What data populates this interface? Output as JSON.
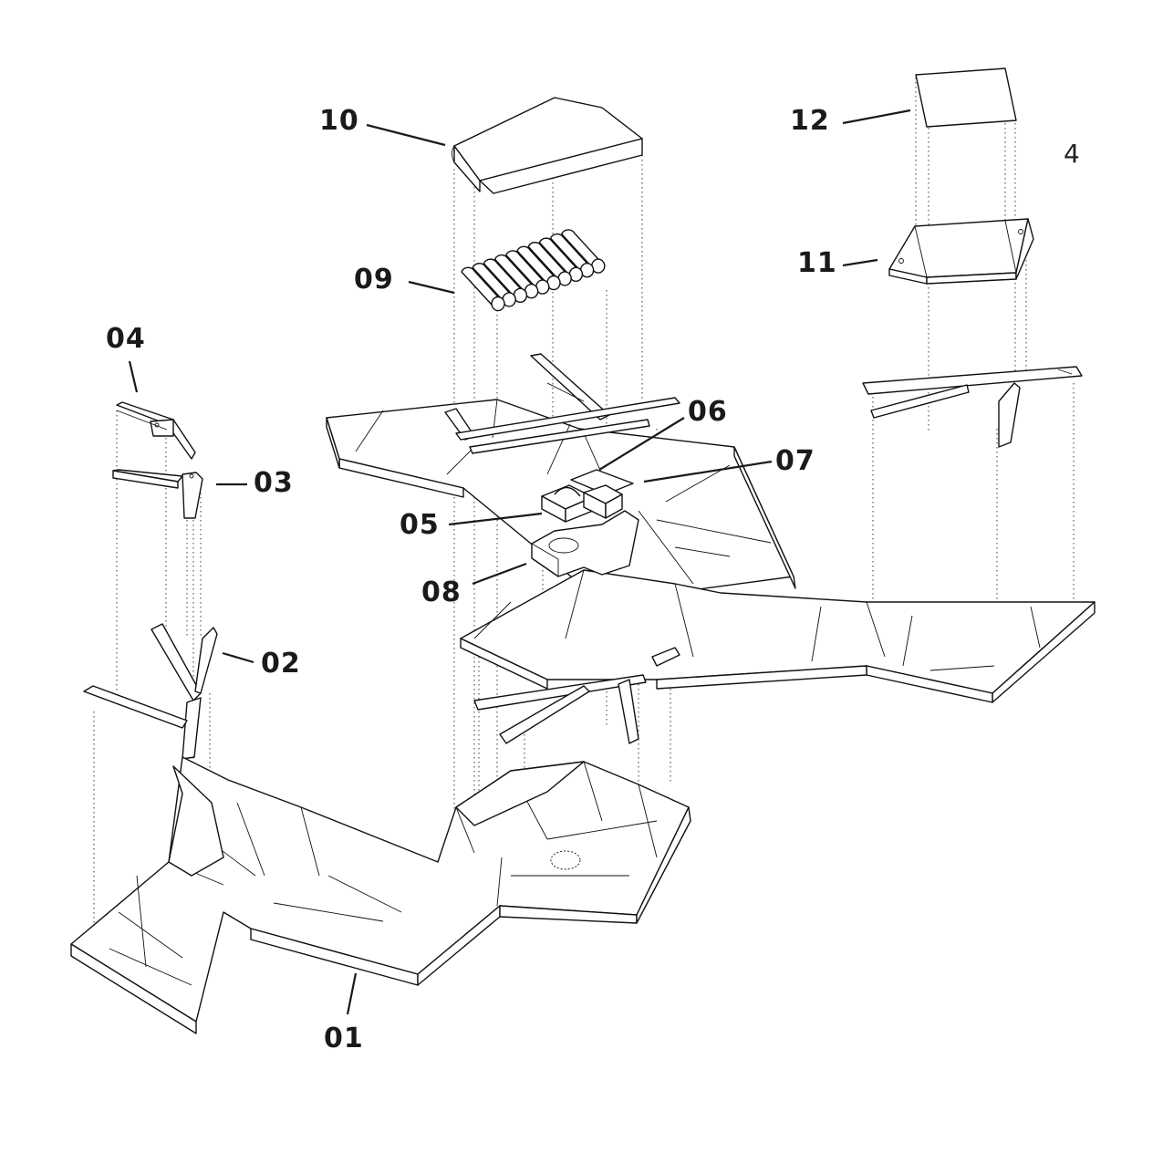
{
  "diagram": {
    "page_number": "4",
    "parts": [
      {
        "id": "01",
        "label": "01"
      },
      {
        "id": "02",
        "label": "02"
      },
      {
        "id": "03",
        "label": "03"
      },
      {
        "id": "04",
        "label": "04"
      },
      {
        "id": "05",
        "label": "05"
      },
      {
        "id": "06",
        "label": "06"
      },
      {
        "id": "07",
        "label": "07"
      },
      {
        "id": "08",
        "label": "08"
      },
      {
        "id": "09",
        "label": "09"
      },
      {
        "id": "10",
        "label": "10"
      },
      {
        "id": "11",
        "label": "11"
      },
      {
        "id": "12",
        "label": "12"
      }
    ],
    "colors": {
      "ink": "#111111",
      "background": "#ffffff"
    }
  }
}
